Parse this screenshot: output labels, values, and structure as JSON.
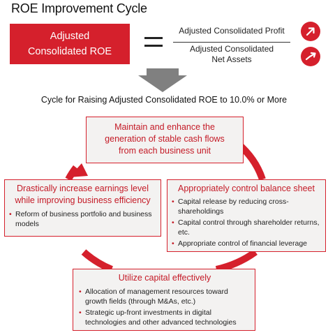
{
  "title": "ROE Improvement Cycle",
  "formula": {
    "lhs": [
      "Adjusted",
      "Consolidated ROE"
    ],
    "numerator": "Adjusted Consolidated Profit",
    "denominator": [
      "Adjusted Consolidated",
      "Net Assets"
    ],
    "icons": [
      "arrow-up-right-icon",
      "arrow-up-right-icon"
    ]
  },
  "subtitle": "Cycle for Raising Adjusted Consolidated ROE to 10.0% or More",
  "cycle": {
    "top": {
      "title": [
        "Maintain and enhance the",
        "generation of stable cash flows",
        "from each business unit"
      ]
    },
    "right": {
      "title": "Appropriately control balance sheet",
      "items": [
        "Capital release by reducing cross-shareholdings",
        "Capital control through shareholder returns, etc.",
        "Appropriate control of financial leverage"
      ]
    },
    "bottom": {
      "title": "Utilize capital effectively",
      "items": [
        "Allocation of management resources toward growth fields (through M&As, etc.)",
        "Strategic up-front investments in digital technologies and other advanced technologies"
      ]
    },
    "left": {
      "title": [
        "Drastically increase earnings level",
        "while improving business efficiency"
      ],
      "items": [
        "Reform of business portfolio and business models"
      ]
    }
  },
  "colors": {
    "accent": "#d5202c",
    "box_fill": "#f3f2f1",
    "arrow_gray": "#808080"
  }
}
